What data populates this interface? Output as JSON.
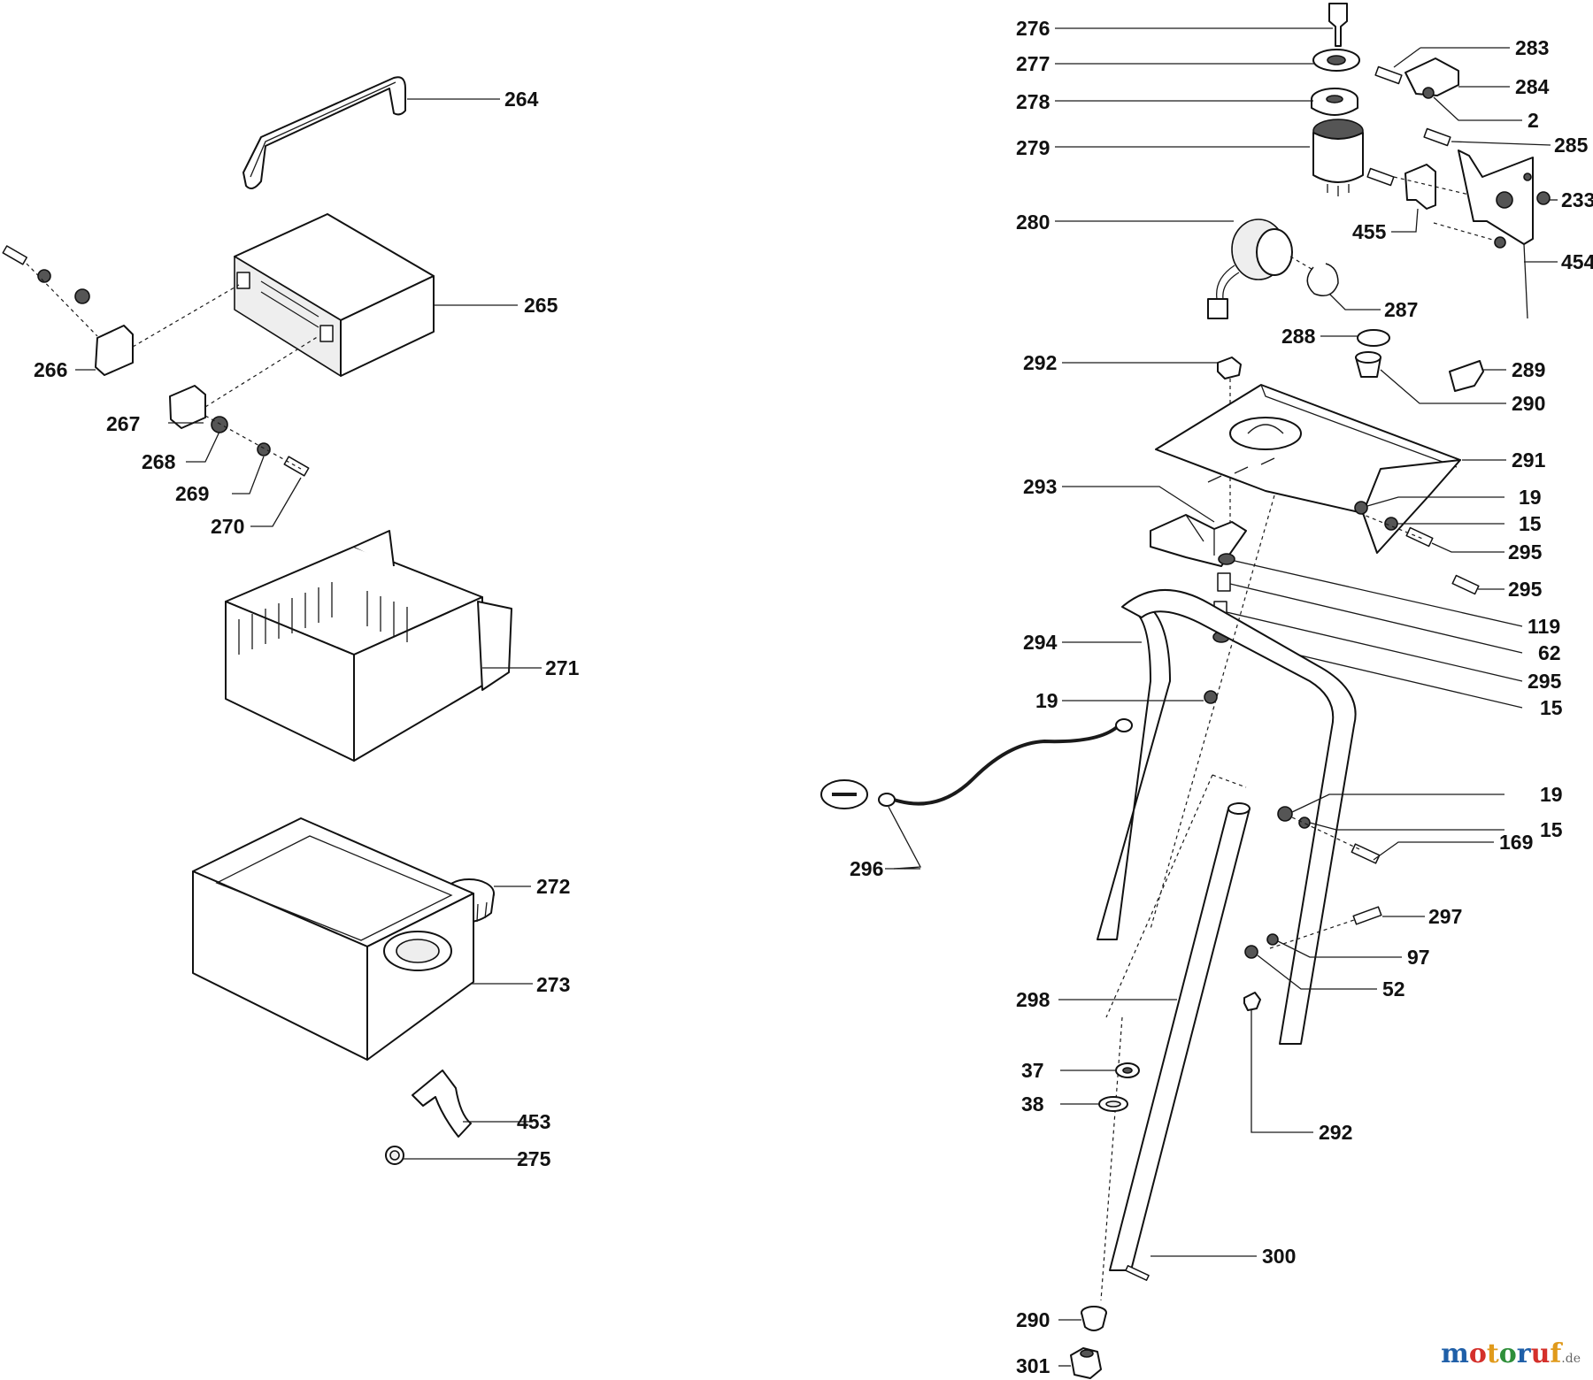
{
  "labels": {
    "l264": "264",
    "l265": "265",
    "l266": "266",
    "l267": "267",
    "l268": "268",
    "l269": "269",
    "l270": "270",
    "l271": "271",
    "l272": "272",
    "l273": "273",
    "l453": "453",
    "l275": "275",
    "l276": "276",
    "l277": "277",
    "l278": "278",
    "l279": "279",
    "l280": "280",
    "l283": "283",
    "l284": "284",
    "l2": "2",
    "l285": "285",
    "l233": "233",
    "l455": "455",
    "l454": "454",
    "l287": "287",
    "l288": "288",
    "l292a": "292",
    "l289": "289",
    "l290a": "290",
    "l291": "291",
    "l293": "293",
    "l19a": "19",
    "l15a": "15",
    "l295a": "295",
    "l295b": "295",
    "l119": "119",
    "l62": "62",
    "l295c": "295",
    "l15b": "15",
    "l294": "294",
    "l19b": "19",
    "l19c": "19",
    "l15c": "15",
    "l169": "169",
    "l296": "296",
    "l297": "297",
    "l97": "97",
    "l52": "52",
    "l298": "298",
    "l37": "37",
    "l38": "38",
    "l292b": "292",
    "l300": "300",
    "l290b": "290",
    "l301": "301"
  },
  "logo": {
    "letters": [
      "m",
      "o",
      "t",
      "o",
      "r",
      "u",
      "f"
    ],
    "letter_colors": [
      "#1f5fa8",
      "#d4302b",
      "#e09a1b",
      "#2f8f3a",
      "#1f5fa8",
      "#d4302b",
      "#e09a1b"
    ],
    "suffix": ".de"
  },
  "minus_symbol": "−",
  "line_color": "#1a1a1a"
}
